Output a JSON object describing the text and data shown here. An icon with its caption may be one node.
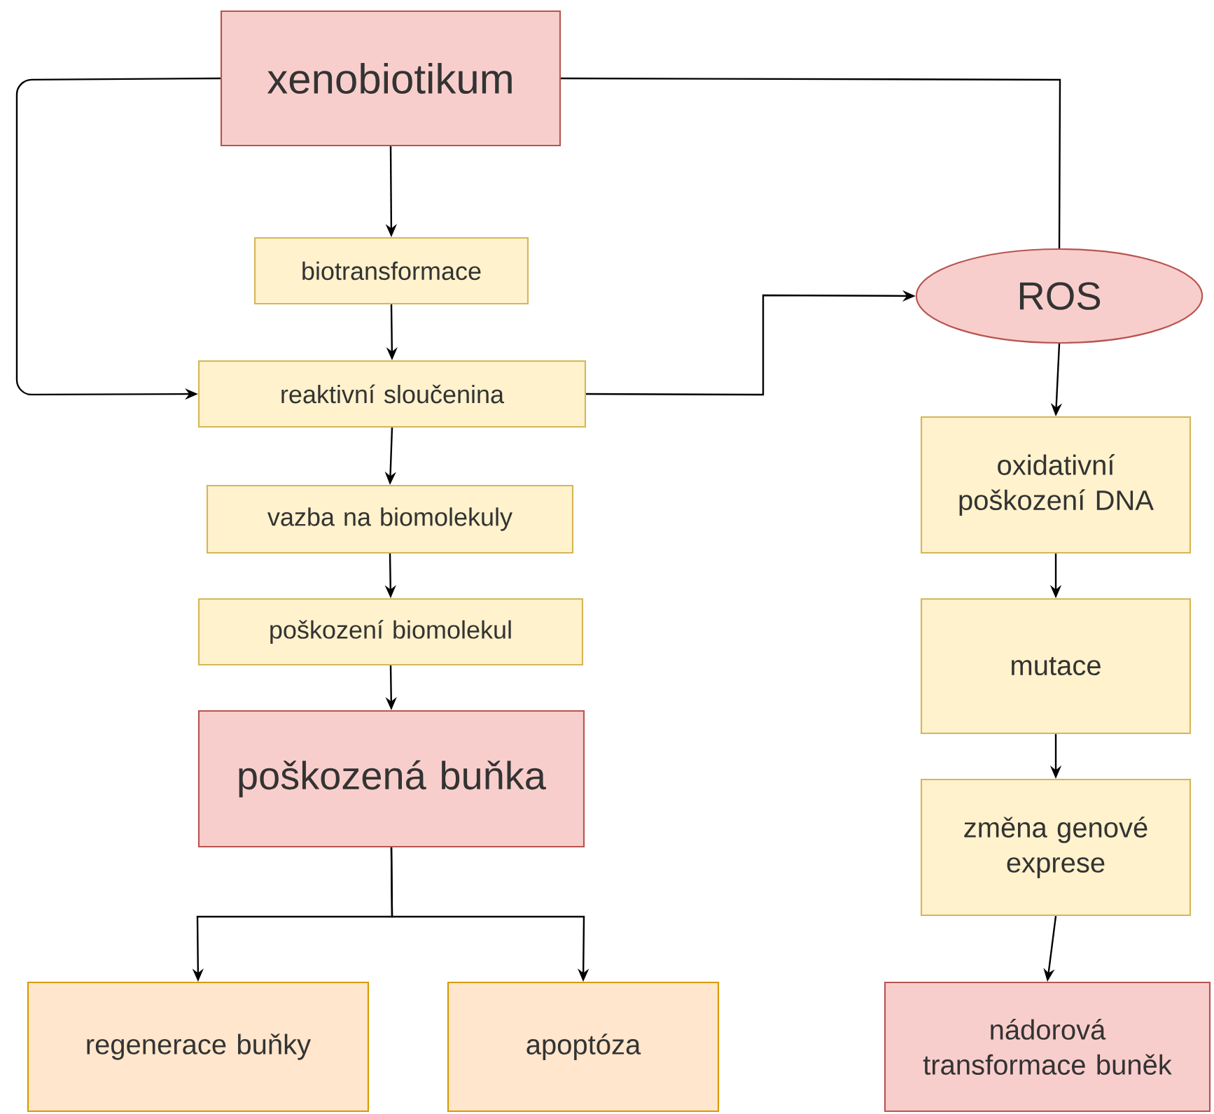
{
  "diagram": {
    "nodes": [
      {
        "text": [
          "xenobiotikum"
        ]
      },
      {
        "text": [
          "biotransformace"
        ]
      },
      {
        "text": [
          "reaktivní sloučenina"
        ]
      },
      {
        "text": [
          "ROS"
        ]
      },
      {
        "text": [
          "vazba na biomolekuly"
        ]
      },
      {
        "text": [
          "poškození biomolekul"
        ]
      },
      {
        "text": [
          "poškozená buňka"
        ]
      },
      {
        "text": [
          "regenerace buňky"
        ]
      },
      {
        "text": [
          "apoptóza"
        ]
      },
      {
        "text": [
          "oxidativní poškození DNA"
        ]
      },
      {
        "text": [
          "mutace"
        ]
      },
      {
        "text": [
          "změna genové exprese"
        ]
      },
      {
        "text": [
          "nádorová transformace buněk"
        ]
      }
    ],
    "edges": [
      {
        "from": 0,
        "to": 1,
        "arrow": "to"
      },
      {
        "from": 1,
        "to": 2,
        "arrow": "to"
      },
      {
        "from": 0,
        "to": 2,
        "arrow": "to"
      },
      {
        "from": 2,
        "to": 3,
        "arrow": "to"
      },
      {
        "from": 0,
        "to": 3,
        "arrow": "none"
      },
      {
        "from": 2,
        "to": 4,
        "arrow": "to"
      },
      {
        "from": 4,
        "to": 5,
        "arrow": "to"
      },
      {
        "from": 5,
        "to": 6,
        "arrow": "to"
      },
      {
        "from": 6,
        "to": 7,
        "arrow": "to"
      },
      {
        "from": 6,
        "to": 8,
        "arrow": "to"
      },
      {
        "from": 3,
        "to": 9,
        "arrow": "to"
      },
      {
        "from": 9,
        "to": 10,
        "arrow": "to"
      },
      {
        "from": 10,
        "to": 11,
        "arrow": "to"
      },
      {
        "from": 11,
        "to": 12,
        "arrow": "to"
      }
    ]
  }
}
